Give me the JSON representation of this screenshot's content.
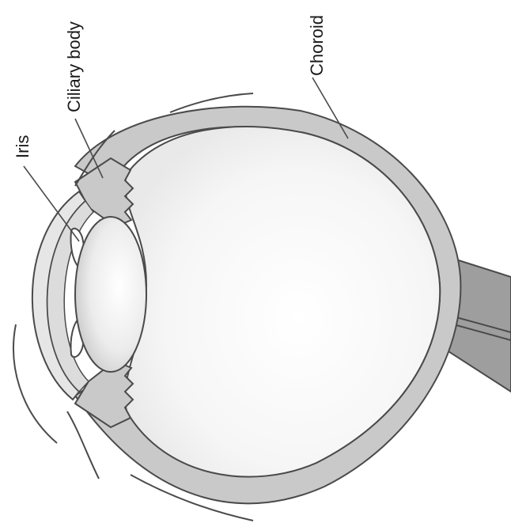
{
  "labels": {
    "iris": "Iris",
    "ciliary_body": "Ciliary body",
    "choroid": "Choroid"
  },
  "colors": {
    "background": "#ffffff",
    "tissue_gray": "#c9c9c9",
    "dark_gray": "#9a9a9a",
    "outline": "#4a4a4a",
    "interior": "#f5f5f5"
  }
}
